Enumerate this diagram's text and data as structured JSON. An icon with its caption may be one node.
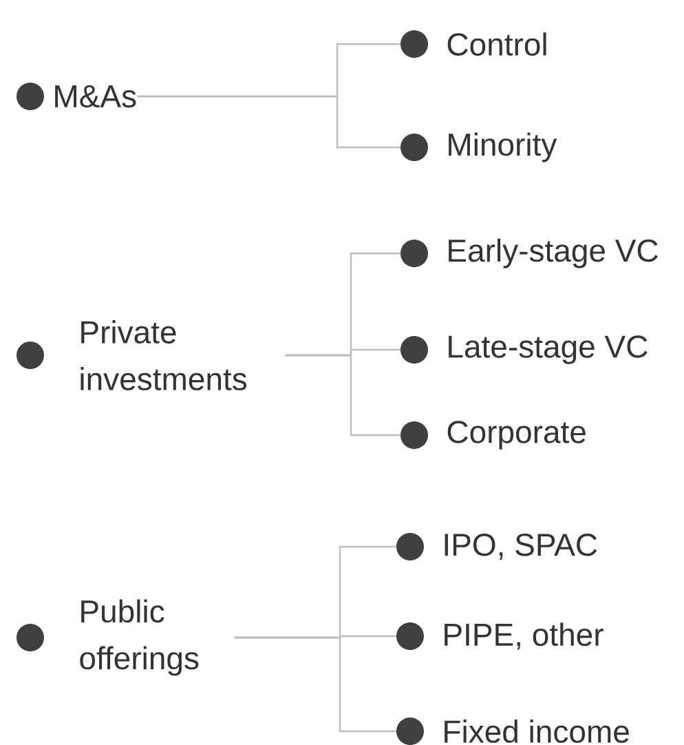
{
  "diagram": {
    "nodes": [
      {
        "text": [
          "M&As"
        ]
      },
      {
        "text": [
          "Control"
        ]
      },
      {
        "text": [
          "Minority"
        ]
      },
      {
        "text": [
          "Private investments"
        ]
      },
      {
        "text": [
          "Early-stage VC"
        ]
      },
      {
        "text": [
          "Late-stage VC"
        ]
      },
      {
        "text": [
          "Corporate"
        ]
      },
      {
        "text": [
          "Public offerings"
        ]
      },
      {
        "text": [
          "IPO, SPAC"
        ]
      },
      {
        "text": [
          "PIPE, other"
        ]
      },
      {
        "text": [
          "Fixed income"
        ]
      }
    ],
    "edges": [
      {
        "from": 0,
        "to": 1,
        "arrow": "none"
      },
      {
        "from": 0,
        "to": 2,
        "arrow": "none"
      },
      {
        "from": 3,
        "to": 4,
        "arrow": "none"
      },
      {
        "from": 3,
        "to": 5,
        "arrow": "none"
      },
      {
        "from": 3,
        "to": 6,
        "arrow": "none"
      },
      {
        "from": 7,
        "to": 8,
        "arrow": "none"
      },
      {
        "from": 7,
        "to": 9,
        "arrow": "none"
      },
      {
        "from": 7,
        "to": 10,
        "arrow": "none"
      }
    ]
  }
}
